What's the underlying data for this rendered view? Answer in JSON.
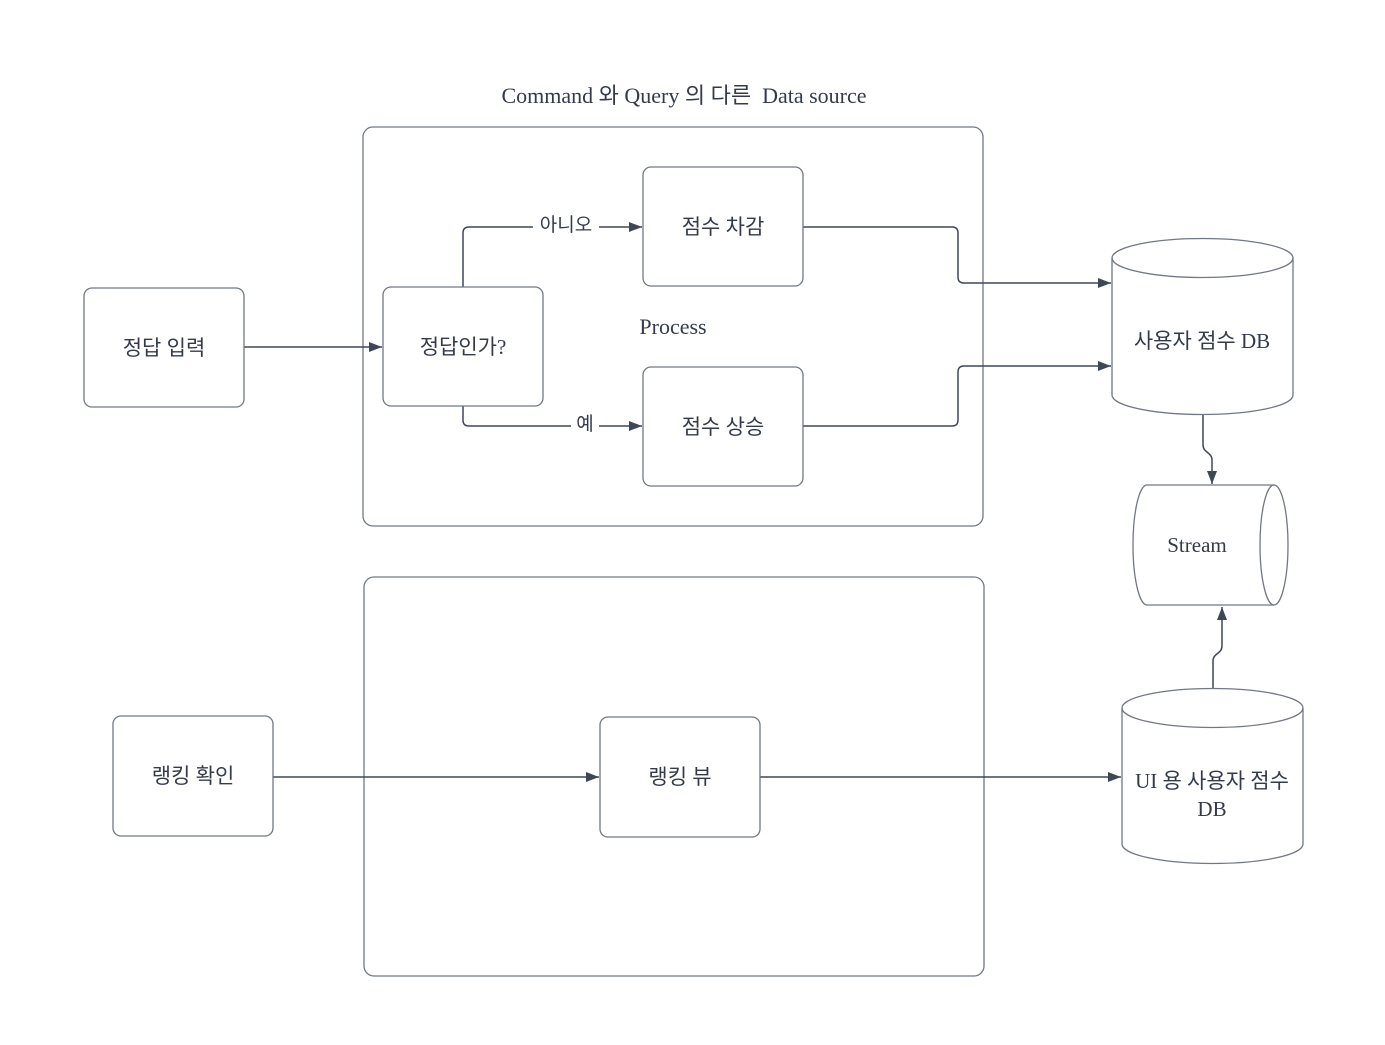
{
  "diagram": {
    "title": "Command 와 Query 의 다른  Data source",
    "process_group": {
      "label": "Process"
    },
    "nodes": {
      "answer_input": {
        "label": "정답 입력"
      },
      "is_correct": {
        "label": "정답인가?"
      },
      "score_decrease": {
        "label": "점수 차감"
      },
      "score_increase": {
        "label": "점수 상승"
      },
      "user_score_db": {
        "label": "사용자 점수 DB"
      },
      "stream": {
        "label": "Stream"
      },
      "ui_user_score_db": {
        "label_line1": "UI 용 사용자 점수",
        "label_line2": "DB"
      },
      "ranking_check": {
        "label": "랭킹 확인"
      },
      "ranking_view": {
        "label": "랭킹 뷰"
      }
    },
    "edge_labels": {
      "no": "아니오",
      "yes": "예"
    },
    "colors": {
      "shape_stroke": "#717884",
      "connector": "#3f4757",
      "text": "#333b4b",
      "background": "#ffffff"
    }
  }
}
